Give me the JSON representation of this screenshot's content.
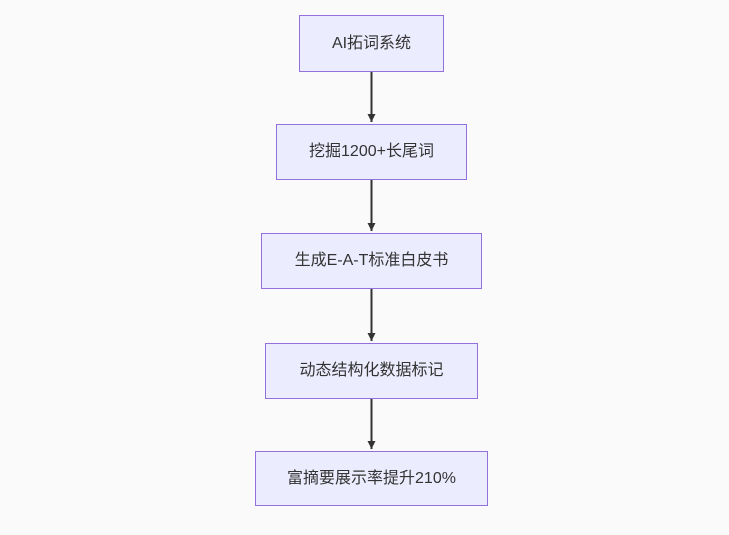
{
  "diagram": {
    "type": "flowchart",
    "direction": "top-down",
    "nodes": [
      {
        "id": "n1",
        "label": "AI拓词系统"
      },
      {
        "id": "n2",
        "label": "挖掘1200+长尾词"
      },
      {
        "id": "n3",
        "label": "生成E-A-T标准白皮书"
      },
      {
        "id": "n4",
        "label": "动态结构化数据标记"
      },
      {
        "id": "n5",
        "label": "富摘要展示率提升210%"
      }
    ],
    "edges": [
      {
        "from": "n1",
        "to": "n2"
      },
      {
        "from": "n2",
        "to": "n3"
      },
      {
        "from": "n3",
        "to": "n4"
      },
      {
        "from": "n4",
        "to": "n5"
      }
    ],
    "colors": {
      "node_fill": "#ECECFF",
      "node_border": "#9370DB",
      "edge_line": "#333333",
      "text": "#333333",
      "background": "#FAFAFA"
    }
  }
}
